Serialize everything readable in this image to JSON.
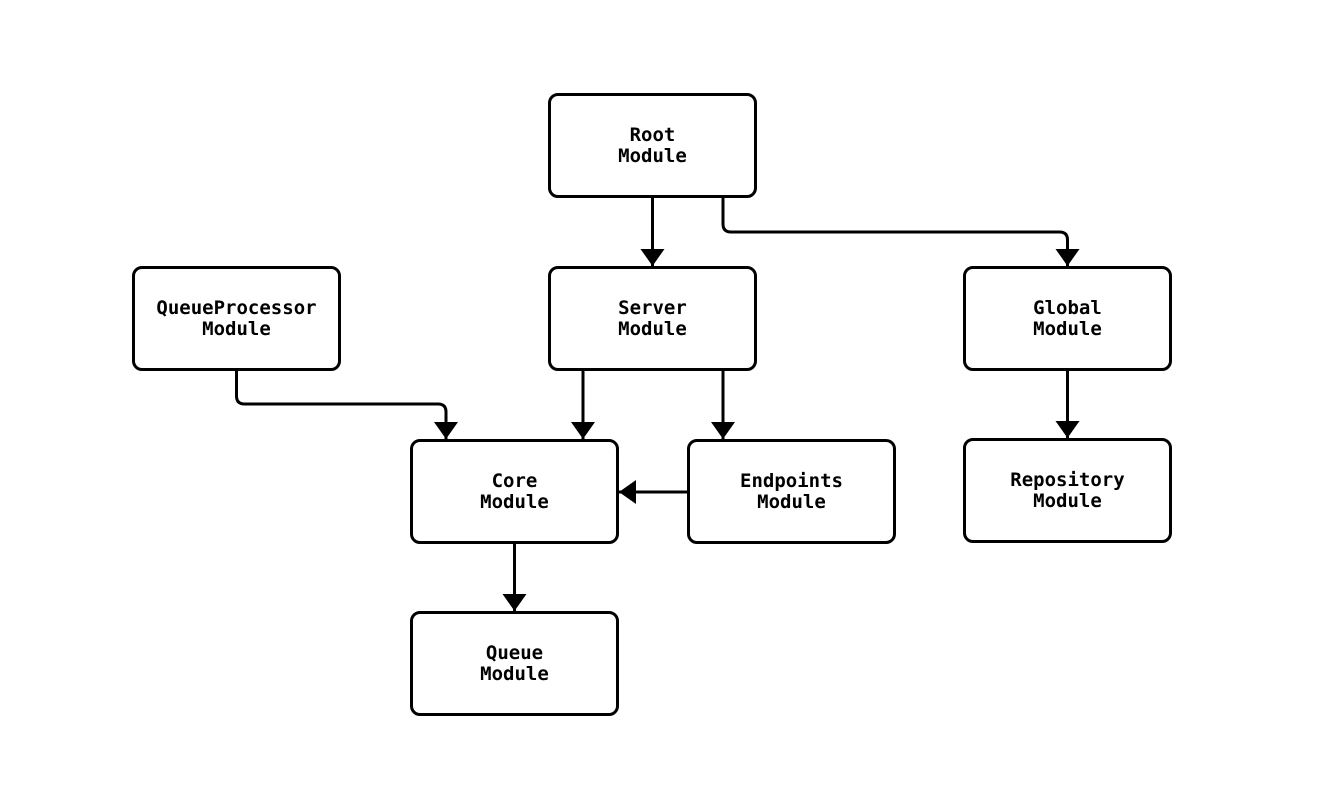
{
  "diagram": {
    "type": "module-dependency-graph",
    "colors": {
      "stroke": "#000000",
      "node_fill": "#ffffff",
      "background": "#ffffff",
      "text": "#000000"
    },
    "nodes": {
      "root": {
        "label": "Root\nModule"
      },
      "queue_processor": {
        "label": "QueueProcessor\nModule"
      },
      "server": {
        "label": "Server\nModule"
      },
      "global": {
        "label": "Global\nModule"
      },
      "core": {
        "label": "Core\nModule"
      },
      "endpoints": {
        "label": "Endpoints\nModule"
      },
      "repository": {
        "label": "Repository\nModule"
      },
      "queue": {
        "label": "Queue\nModule"
      }
    },
    "edges": [
      {
        "from": "Root Module",
        "to": "Server Module"
      },
      {
        "from": "Root Module",
        "to": "Global Module"
      },
      {
        "from": "QueueProcessor Module",
        "to": "Core Module"
      },
      {
        "from": "Server Module",
        "to": "Core Module"
      },
      {
        "from": "Server Module",
        "to": "Endpoints Module"
      },
      {
        "from": "Endpoints Module",
        "to": "Core Module"
      },
      {
        "from": "Core Module",
        "to": "Queue Module"
      },
      {
        "from": "Global Module",
        "to": "Repository Module"
      }
    ]
  }
}
